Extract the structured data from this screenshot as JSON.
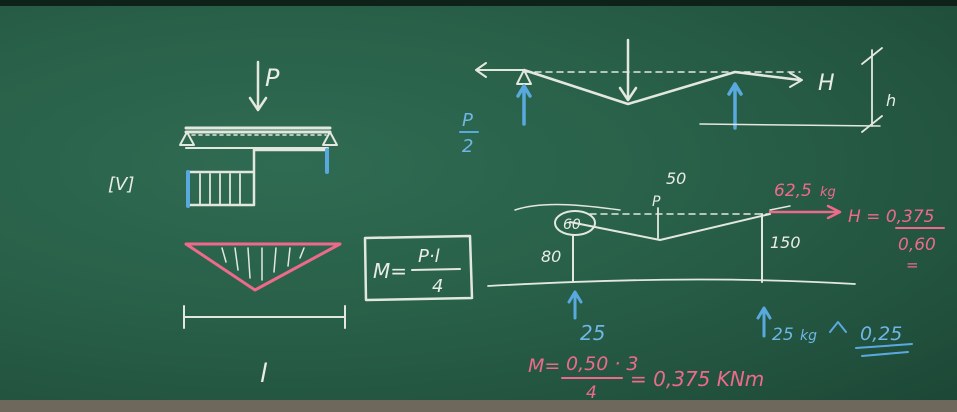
{
  "board": {
    "left_diagram": {
      "load_label": "P",
      "v_label": "[V]",
      "length_label": "l",
      "moment_formula": {
        "lhs": "M=",
        "numerator": "P·l",
        "denominator": "4"
      }
    },
    "top_right": {
      "half_load": {
        "numerator": "P",
        "denominator": "2"
      },
      "h_label": "H",
      "height_label": "h"
    },
    "bottom_right": {
      "span_label": "50",
      "circle_label": "60",
      "load_label": "P",
      "height_left": "80",
      "height_right": "150",
      "force_value": "62,5",
      "force_unit": "kg",
      "h_result": {
        "lhs": "H = 0,375",
        "denominator": "0,60",
        "equals": "="
      },
      "reaction_left": "25",
      "reaction_right": "25",
      "reaction_unit": "kg",
      "approx": "0,25",
      "moment_calc": {
        "lhs": "M=",
        "numerator": "0,50 · 3",
        "denominator": "4",
        "result": "= 0,375 KNm"
      }
    }
  }
}
